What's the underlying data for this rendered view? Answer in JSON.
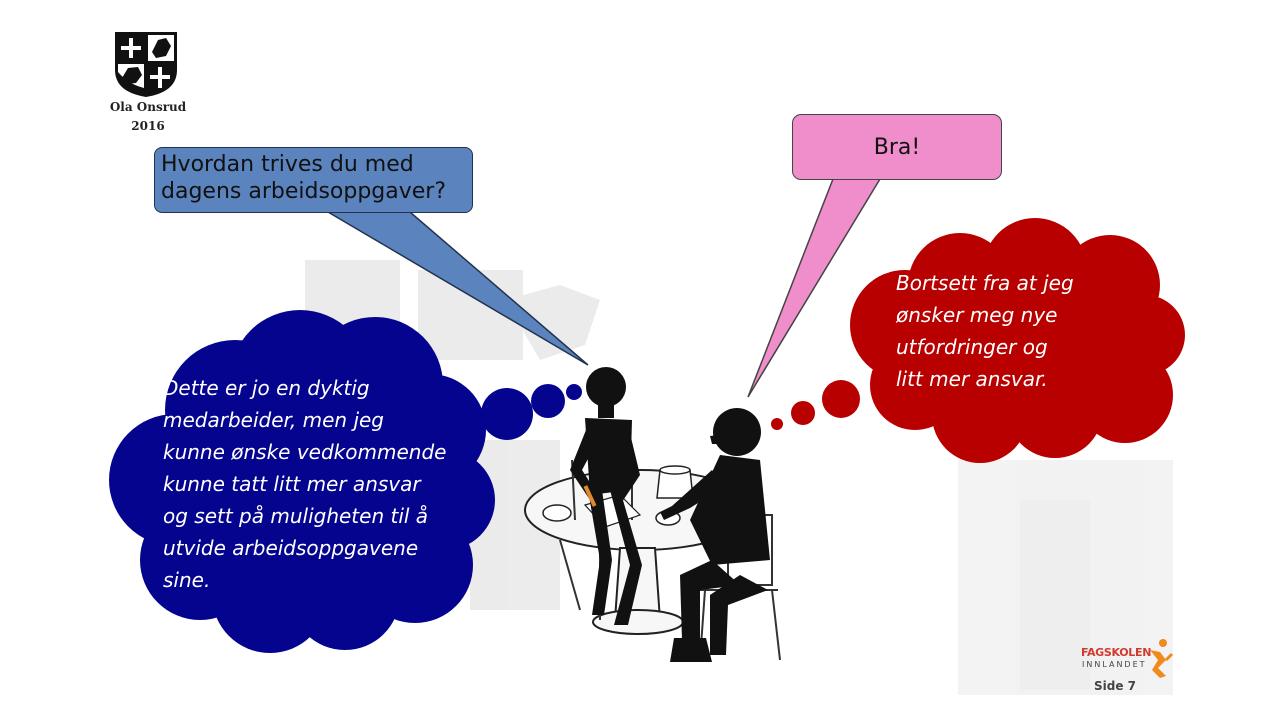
{
  "author": {
    "name": "Ola Onsrud",
    "year": "2016"
  },
  "speech": {
    "left_lines": [
      "Hvordan trives du med",
      "dagens arbeidsoppgaver?"
    ],
    "right": "Bra!"
  },
  "thought": {
    "left": "Dette er jo en dyktig\nmedarbeider, men jeg\nkunne ønske vedkommende\nkunne tatt litt mer ansvar\nog sett på muligheten til å\nutvide arbeidsoppgavene\nsine.",
    "right": "Bortsett fra at jeg\nønsker meg nye\nutfordringer og\nlitt mer ansvar."
  },
  "footer": {
    "school_name": "FAGSKOLEN",
    "school_region": "INNLANDET",
    "page_label": "Side 7"
  },
  "colors": {
    "speech_left": "#5b84be",
    "speech_right": "#f08ecb",
    "thought_left": "#05048f",
    "thought_right": "#b80000",
    "brand_orange": "#f08a1c"
  }
}
